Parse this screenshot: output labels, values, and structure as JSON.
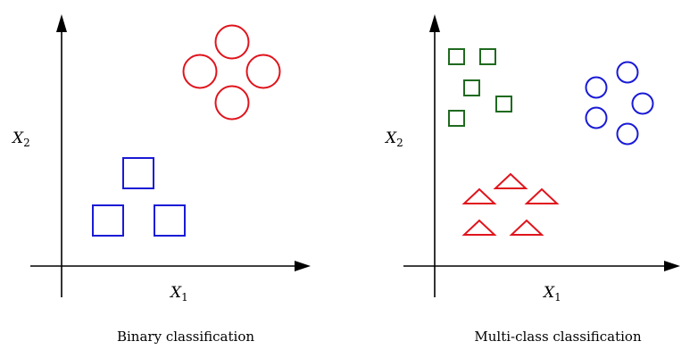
{
  "colors": {
    "red": "#e0141c",
    "blue": "#1a1ad6",
    "green": "#1f6a1f",
    "axis": "#000000"
  },
  "left_panel": {
    "caption": "Binary classification",
    "x_label": "X",
    "x_label_sub": "1",
    "y_label": "X",
    "y_label_sub": "2",
    "class_a": "circles (red)",
    "class_b": "squares (blue)"
  },
  "right_panel": {
    "caption": "Multi-class classification",
    "x_label": "X",
    "x_label_sub": "1",
    "y_label": "X",
    "y_label_sub": "2",
    "class_a": "squares (green)",
    "class_b": "circles (blue)",
    "class_c": "triangles (red)"
  }
}
